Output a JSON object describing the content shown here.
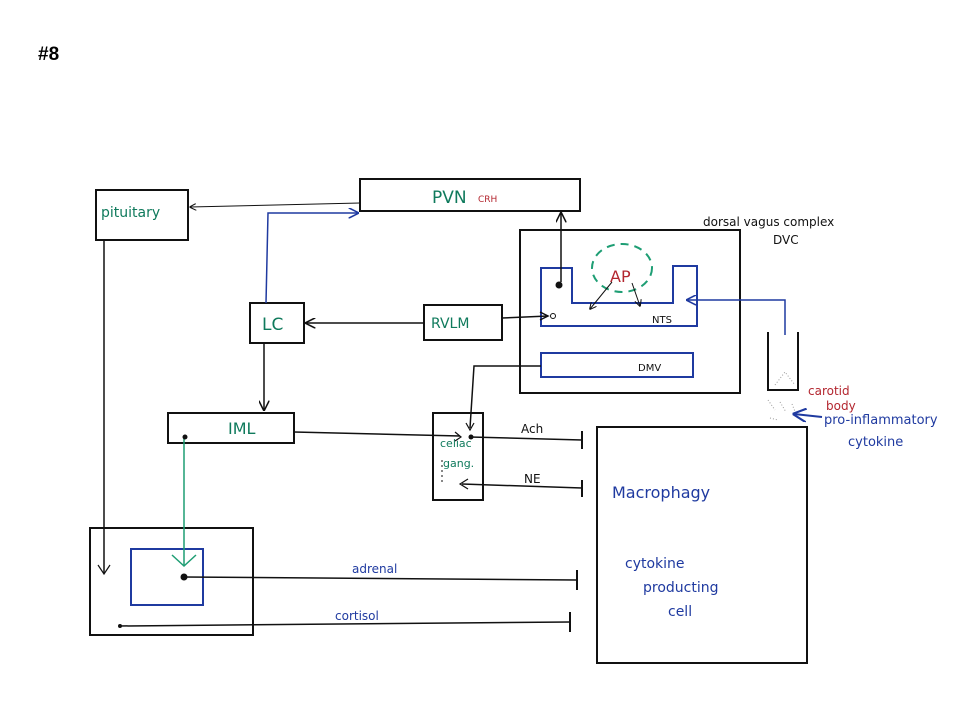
{
  "slide_number": "#8",
  "labels": {
    "pituitary": "pituitary",
    "pvn": "PVN",
    "crh": "CRH",
    "dvc_title": "dorsal vagus complex",
    "dvc_abbrev": "DVC",
    "ap": "AP",
    "nts": "NTS",
    "dmv": "DMV",
    "lc": "LC",
    "rvlm": "RVLM",
    "iml": "IML",
    "celiac_line1": "celiac",
    "celiac_line2": "gang.",
    "ach": "Ach",
    "ne": "NE",
    "carotid_line1": "carotid",
    "carotid_line2": "body",
    "cytokine_line1": "pro-inflammatory",
    "cytokine_line2": "cytokine",
    "macrophagy": "Macrophagy",
    "cell_line1": "cytokine",
    "cell_line2": "producting",
    "cell_line3": "cell",
    "adrenal": "adrenal",
    "cortisol": "cortisol"
  },
  "colors": {
    "green_text": "#0f7a5c",
    "blue_text": "#1f3aa0",
    "red_text": "#b3262f",
    "line_black": "#111111",
    "dashed_green": "#1e9e74"
  }
}
